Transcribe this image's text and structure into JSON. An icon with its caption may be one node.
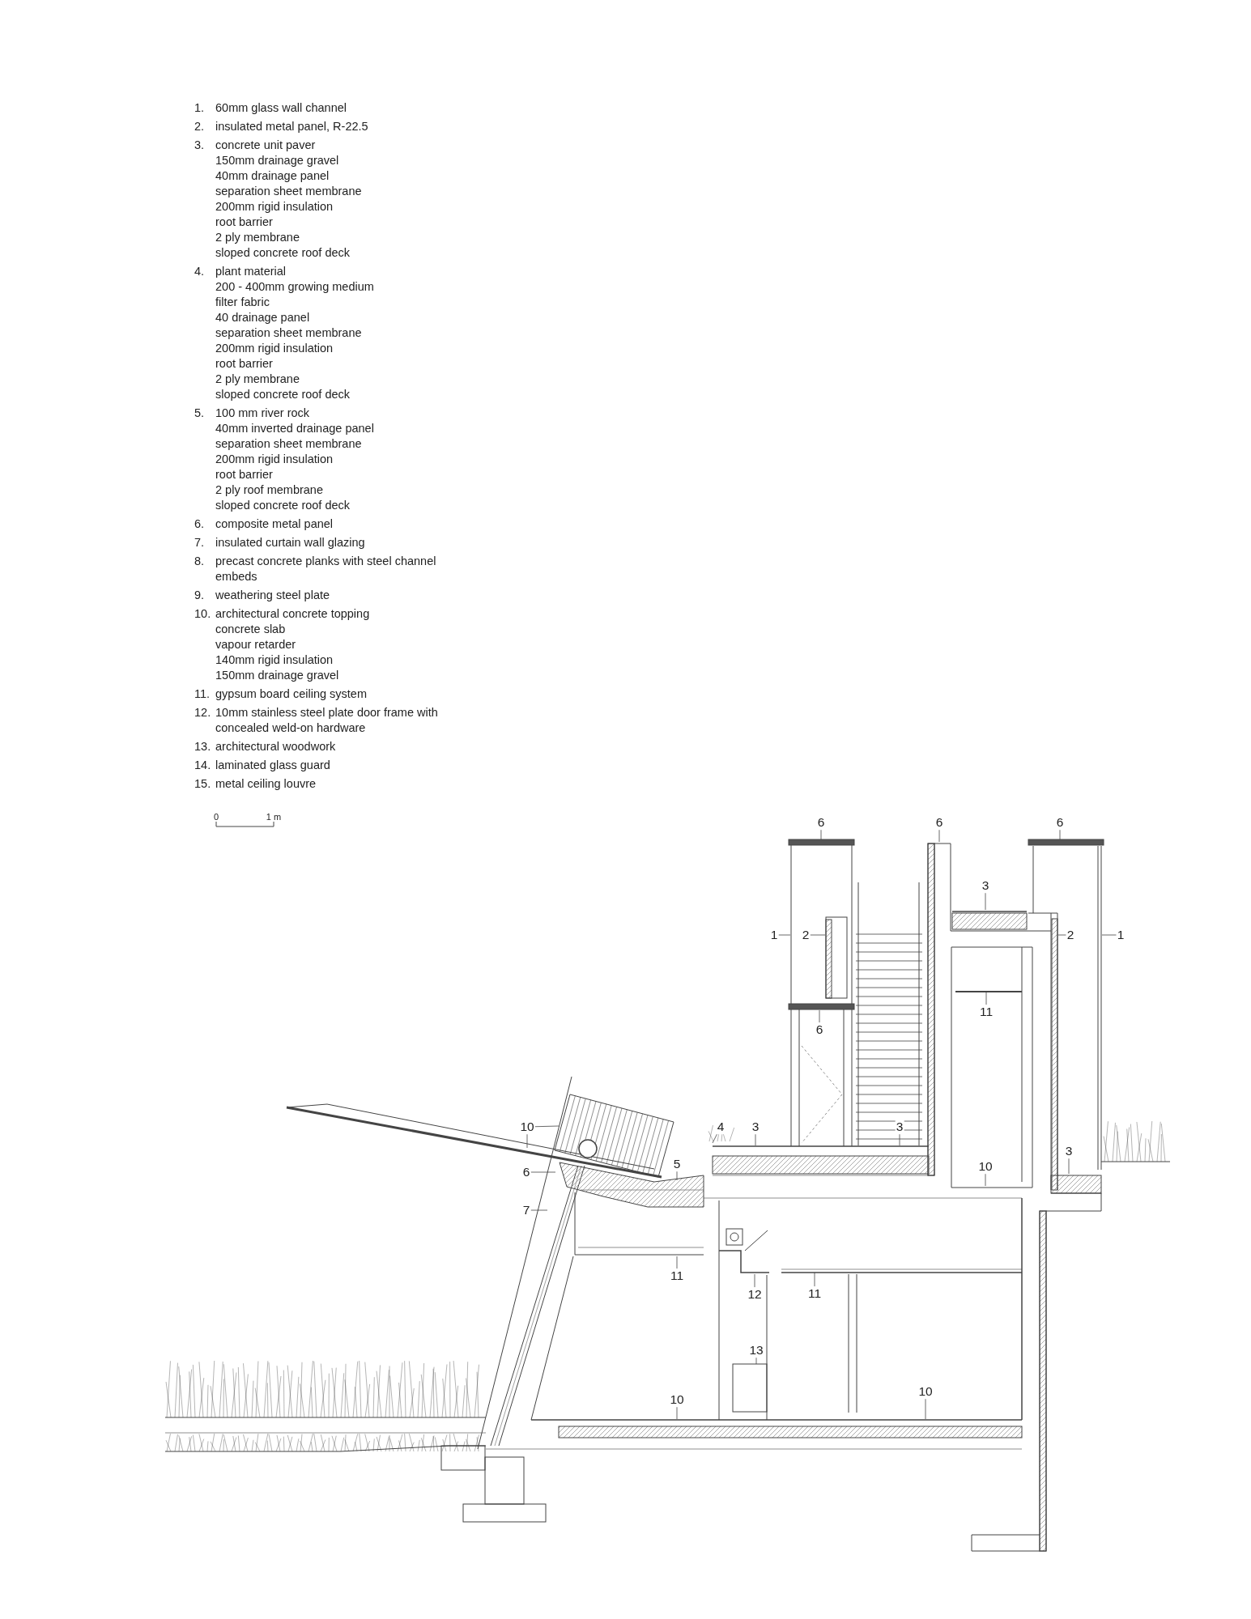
{
  "diagram": {
    "nodes": [
      {
        "text": [
          "6"
        ]
      },
      {
        "text": [
          "6"
        ]
      },
      {
        "text": [
          "6"
        ]
      },
      {
        "text": [
          "3"
        ]
      },
      {
        "text": [
          "1"
        ]
      },
      {
        "text": [
          "2"
        ]
      },
      {
        "text": [
          "2"
        ]
      },
      {
        "text": [
          "1"
        ]
      },
      {
        "text": [
          "11"
        ]
      },
      {
        "text": [
          "6"
        ]
      },
      {
        "text": [
          "10"
        ]
      },
      {
        "text": [
          "4"
        ]
      },
      {
        "text": [
          "3"
        ]
      },
      {
        "text": [
          "3"
        ]
      },
      {
        "text": [
          "3"
        ]
      },
      {
        "text": [
          "10"
        ]
      },
      {
        "text": [
          "5"
        ]
      },
      {
        "text": [
          "6"
        ]
      },
      {
        "text": [
          "7"
        ]
      },
      {
        "text": [
          "11"
        ]
      },
      {
        "text": [
          "12"
        ]
      },
      {
        "text": [
          "11"
        ]
      },
      {
        "text": [
          "13"
        ]
      },
      {
        "text": [
          "10"
        ]
      },
      {
        "text": [
          "10"
        ]
      }
    ],
    "edges": [
      {
        "from": 0,
        "to": null,
        "arrow": "none"
      },
      {
        "from": 1,
        "to": null,
        "arrow": "none"
      },
      {
        "from": 2,
        "to": null,
        "arrow": "none"
      },
      {
        "from": 3,
        "to": null,
        "arrow": "none"
      },
      {
        "from": 4,
        "to": null,
        "arrow": "none"
      },
      {
        "from": 5,
        "to": null,
        "arrow": "none"
      },
      {
        "from": 6,
        "to": null,
        "arrow": "none"
      },
      {
        "from": 7,
        "to": null,
        "arrow": "none"
      },
      {
        "from": 8,
        "to": null,
        "arrow": "none"
      },
      {
        "from": 9,
        "to": null,
        "arrow": "none"
      },
      {
        "from": 10,
        "to": null,
        "arrow": "none"
      },
      {
        "from": 10,
        "to": null,
        "arrow": "none"
      },
      {
        "from": 11,
        "to": null,
        "arrow": "none"
      },
      {
        "from": 12,
        "to": null,
        "arrow": "none"
      },
      {
        "from": 13,
        "to": null,
        "arrow": "none"
      },
      {
        "from": 14,
        "to": null,
        "arrow": "none"
      },
      {
        "from": 15,
        "to": null,
        "arrow": "none"
      },
      {
        "from": 16,
        "to": null,
        "arrow": "none"
      },
      {
        "from": 17,
        "to": null,
        "arrow": "none"
      },
      {
        "from": 18,
        "to": null,
        "arrow": "none"
      },
      {
        "from": 19,
        "to": null,
        "arrow": "none"
      },
      {
        "from": 20,
        "to": null,
        "arrow": "none"
      },
      {
        "from": 21,
        "to": null,
        "arrow": "none"
      },
      {
        "from": 22,
        "to": null,
        "arrow": "none"
      },
      {
        "from": 23,
        "to": null,
        "arrow": "none"
      },
      {
        "from": 24,
        "to": null,
        "arrow": "none"
      }
    ],
    "labels": [
      "1.",
      "60mm glass wall channel",
      "2.",
      "insulated metal panel, R-22.5",
      "3.",
      "concrete unit paver",
      "150mm drainage gravel",
      "40mm drainage panel",
      "separation sheet membrane",
      "200mm rigid insulation",
      "root barrier",
      "2 ply membrane",
      "sloped concrete roof deck",
      "4.",
      "plant material",
      "200 - 400mm growing medium",
      "filter fabric",
      "40 drainage panel",
      "separation sheet membrane",
      "200mm rigid insulation",
      "root barrier",
      "2 ply membrane",
      "sloped concrete roof deck",
      "5.",
      "100 mm river rock",
      "40mm inverted drainage panel",
      "separation sheet membrane",
      "200mm rigid insulation",
      "root barrier",
      "2 ply roof membrane",
      "sloped concrete roof deck",
      "6.",
      "composite metal panel",
      "7.",
      "insulated curtain wall glazing",
      "8.",
      "precast concrete planks with steel channel embeds",
      "9.",
      "weathering steel plate",
      "10.",
      "architectural concrete topping",
      "concrete slab",
      "vapour retarder",
      "140mm rigid insulation",
      "150mm drainage gravel",
      "11.",
      "gypsum board ceiling system",
      "12.",
      "10mm stainless steel plate door frame with concealed weld-on hardware",
      "13.",
      "architectural woodwork",
      "14.",
      "laminated glass guard",
      "15.",
      "metal ceiling louvre",
      "0",
      "1 m"
    ]
  }
}
